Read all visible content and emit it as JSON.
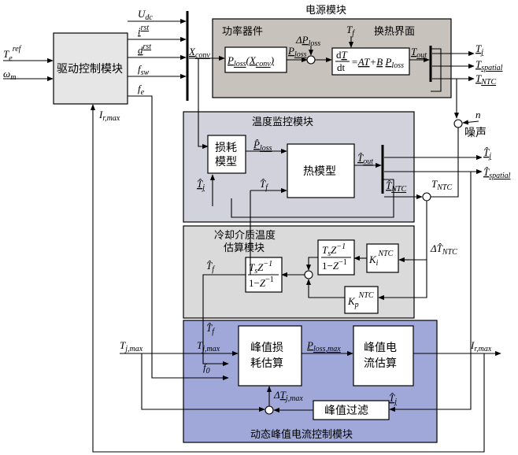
{
  "modules": {
    "power": "电源模块",
    "power_device": "功率器件",
    "heat_interface": "换热界面",
    "temp_monitor": "温度监控模块",
    "coolant": "冷却介质温度估算模块",
    "coolant_l1": "冷却介质温度",
    "coolant_l2": "估算模块",
    "dynamic": "动态峰值电流控制模块"
  },
  "blocks": {
    "drive": "驱动控制模块",
    "loss_model_l1": "损耗",
    "loss_model_l2": "模型",
    "thermal_model": "热模型",
    "peak_loss_l1": "峰值损",
    "peak_loss_l2": "耗估算",
    "peak_current_l1": "峰值电",
    "peak_current_l2": "流估算",
    "peak_filter": "峰值过滤",
    "noise": "噪声"
  },
  "colors": {
    "power_bg": "#c8c2bc",
    "monitor_bg": "#d2d2dc",
    "coolant_bg": "#dadada",
    "dynamic_bg": "#9fa8d8",
    "drive_bg": "#e6e6e6"
  }
}
